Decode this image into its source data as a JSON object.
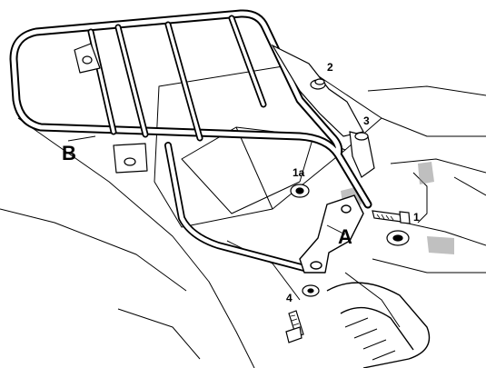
{
  "labels": {
    "rack": "B",
    "bracket": "A",
    "callout_1": "1",
    "callout_1a": "1a",
    "callout_2": "2",
    "callout_3": "3",
    "callout_4": "4"
  },
  "colors": {
    "ink": "#000000",
    "shade": "#8c8c8c",
    "paper": "#ffffff"
  }
}
